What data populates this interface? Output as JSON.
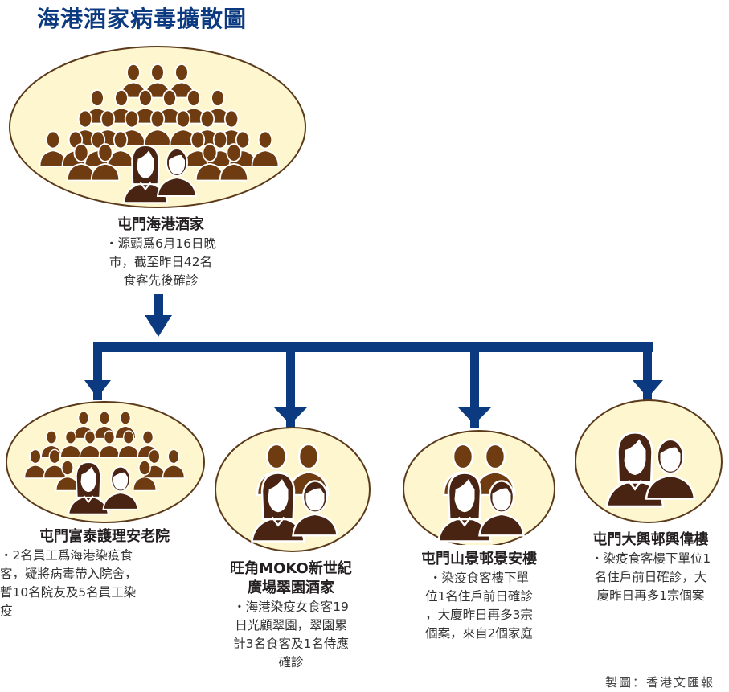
{
  "title": "海港酒家病毒擴散圖",
  "colors": {
    "title": "#0b3a80",
    "arrow": "#0b3a80",
    "ellipse_fill": "#fef6cf",
    "ellipse_stroke": "#5a3a1a",
    "crowd": "#6e3c10",
    "front_people": "#4a2412",
    "face": "#ffffff"
  },
  "source": {
    "name": "屯門海港酒家",
    "lines": [
      "・源頭爲6月16日晚",
      "市，截至昨日42名",
      "食客先後確診"
    ],
    "icon": "large-crowd-icon"
  },
  "branches": [
    {
      "name_lines": [
        "屯門富泰護理安老院"
      ],
      "lines": [
        "・2名員工爲海港染疫食",
        "客，疑將病毒帶入院舍，",
        "暫10名院友及5名員工染",
        "疫"
      ],
      "icon": "crowd-icon"
    },
    {
      "name_lines": [
        "旺角MOKO新世紀",
        "廣場翠園酒家"
      ],
      "lines": [
        "・海港染疫女食客19",
        "日光顧翠園，翠園累",
        "計3名食客及1名侍應",
        "確診"
      ],
      "icon": "four-people-icon"
    },
    {
      "name_lines": [
        "屯門山景邨景安樓"
      ],
      "lines": [
        "・染疫食客樓下單",
        "位1名住戶前日確診",
        "，大廈昨日再多3宗",
        "個案，來自2個家庭"
      ],
      "icon": "four-people-icon"
    },
    {
      "name_lines": [
        "屯門大興邨興偉樓"
      ],
      "lines": [
        "・染疫食客樓下單位1",
        "名住戶前日確診，大",
        "廈昨日再多1宗個案"
      ],
      "icon": "couple-icon"
    }
  ],
  "credit": "製圖：香港文匯報"
}
